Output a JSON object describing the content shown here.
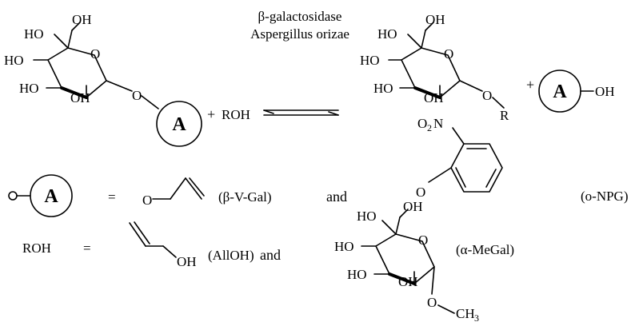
{
  "reaction": {
    "enzyme_line1": "β-galactosidase",
    "enzyme_line2": "Aspergillus orizae",
    "plus": "+",
    "roh": "ROH",
    "group_letter": "A",
    "oh": "OH",
    "ho": "HO",
    "o": "O",
    "r": "R"
  },
  "definitions": {
    "equals_short": "=",
    "equals_long": "=",
    "and": "and",
    "bvgal": "(β-V-Gal)",
    "onpg": "(o-NPG)",
    "o2n": "O",
    "o2n_sub": "2",
    "o2n_n": "N",
    "roh": "ROH",
    "allyl_oh": "OH",
    "allyloh": "(AllOH)",
    "amegal": "(α-MeGal)",
    "ch3": "CH",
    "ch3_sub": "3"
  }
}
